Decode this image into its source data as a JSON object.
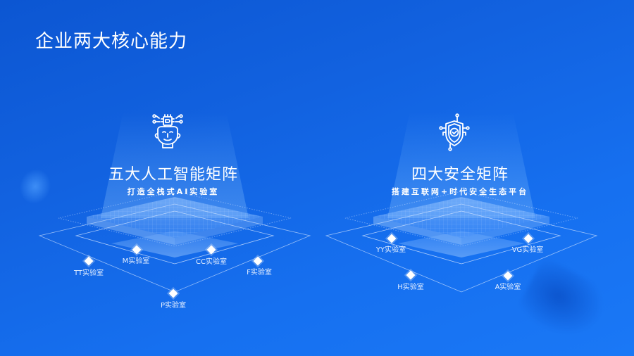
{
  "page": {
    "title": "企业两大核心能力"
  },
  "colors": {
    "background_start": "#0c56d2",
    "background_end": "#1a78f6",
    "text": "#ffffff",
    "line": "#cfe2ff"
  },
  "panels": [
    {
      "icon": "ai-head-chip-icon",
      "title": "五大人工智能矩阵",
      "subtitle": "打造全栈式AI实验室",
      "labs": [
        {
          "label": "M实验室"
        },
        {
          "label": "CC实验室"
        },
        {
          "label": "TT实验室"
        },
        {
          "label": "F实验室"
        },
        {
          "label": "P实验室"
        }
      ]
    },
    {
      "icon": "security-shield-check-icon",
      "title": "四大安全矩阵",
      "subtitle": "搭建互联网+时代安全生态平台",
      "labs": [
        {
          "label": "YY实验室"
        },
        {
          "label": "VG实验室"
        },
        {
          "label": "H实验室"
        },
        {
          "label": "A实验室"
        }
      ]
    }
  ]
}
